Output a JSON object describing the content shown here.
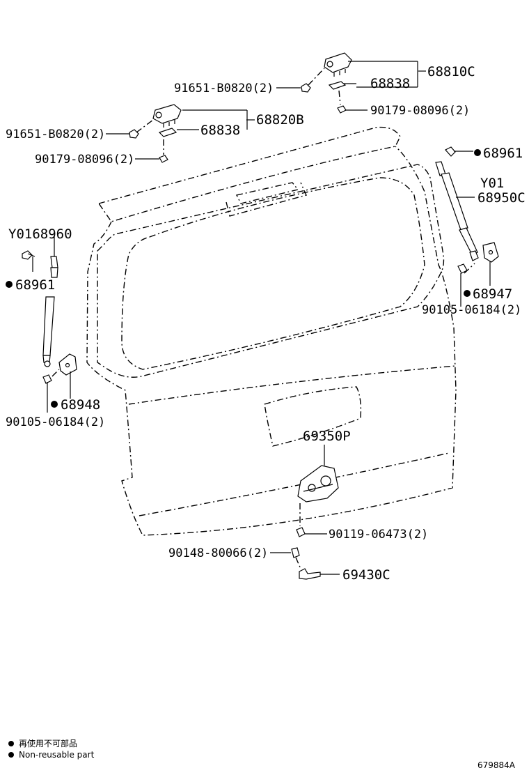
{
  "diagram": {
    "labels": {
      "p68810C": "68810C",
      "p68838_a": "68838",
      "p91651_a": "91651-B0820(2)",
      "p90179_a": "90179-08096(2)",
      "p68820B": "68820B",
      "p68838_b": "68838",
      "p91651_b": "91651-B0820(2)",
      "p90179_b": "90179-08096(2)",
      "p68961_r": "68961",
      "pY01": "Y01",
      "p68950C": "68950C",
      "p68947": "68947",
      "p90105_r": "90105-06184(2)",
      "pY0168960": "Y0168960",
      "p68961_l": "68961",
      "p68948": "68948",
      "p90105_l": "90105-06184(2)",
      "p69350P": "69350P",
      "p90119": "90119-06473(2)",
      "p90148": "90148-80066(2)",
      "p69430C": "69430C"
    },
    "legend": {
      "jp": "再使用不可部品",
      "en": "Non-reusable part"
    },
    "figure_id": "679884A"
  }
}
